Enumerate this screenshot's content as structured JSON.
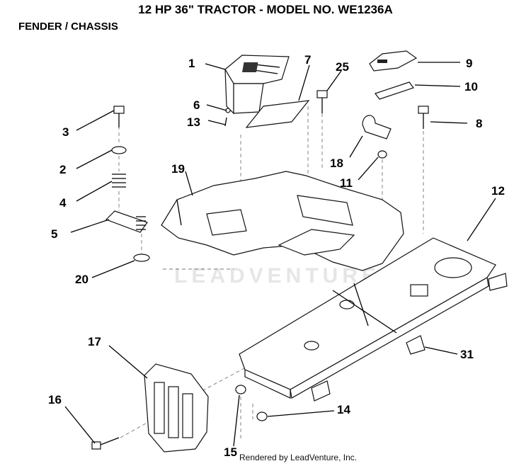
{
  "header": {
    "title": "12 HP 36\" TRACTOR - MODEL NO. WE1236A",
    "subtitle": "FENDER / CHASSIS"
  },
  "watermark": "LEADVENTURE",
  "footer": "Rendered by LeadVenture, Inc.",
  "callouts": {
    "c1": "1",
    "c2": "2",
    "c3": "3",
    "c4": "4",
    "c5": "5",
    "c6": "6",
    "c7": "7",
    "c8": "8",
    "c9": "9",
    "c10": "10",
    "c11": "11",
    "c12": "12",
    "c13": "13",
    "c14": "14",
    "c15": "15",
    "c16": "16",
    "c17": "17",
    "c18": "18",
    "c19": "19",
    "c20": "20",
    "c25": "25",
    "c31": "31"
  }
}
